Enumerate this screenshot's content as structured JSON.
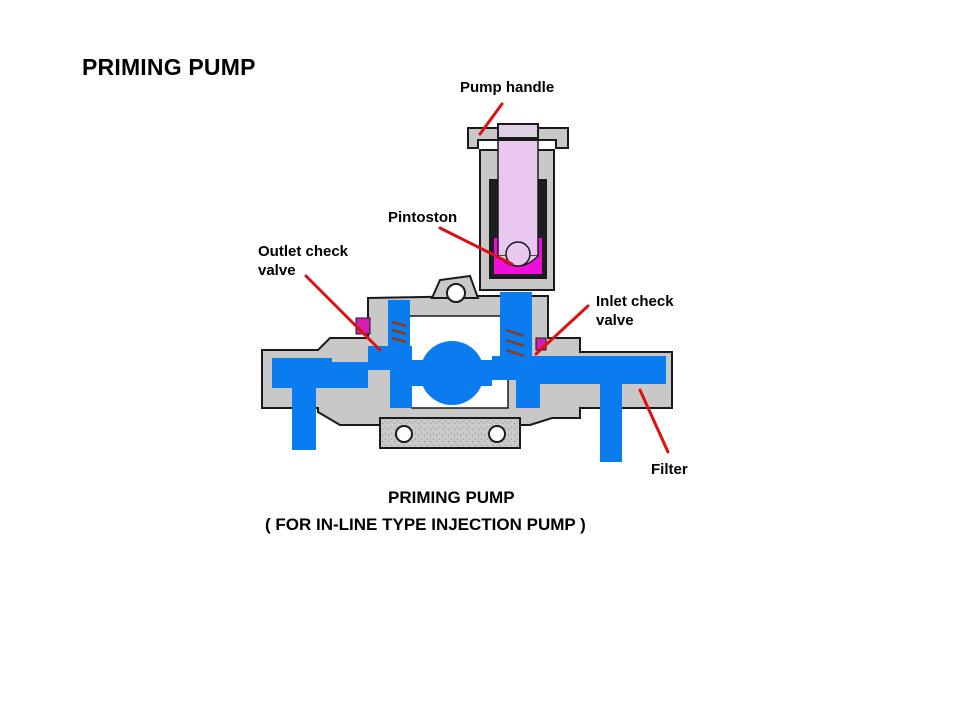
{
  "title": "PRIMING PUMP",
  "labels": {
    "pump_handle": "Pump handle",
    "pintoston": "Pintoston",
    "outlet_line1": "Outlet check",
    "outlet_line2": "valve",
    "inlet_line1": "Inlet check",
    "inlet_line2": "valve",
    "filter": "Filter"
  },
  "caption": {
    "line1": "PRIMING PUMP",
    "line2": "( FOR IN-LINE TYPE INJECTION PUMP )"
  },
  "colors": {
    "fuel": "#0a7cf0",
    "body": "#c8c8c8",
    "outline": "#1a1a1a",
    "piston_chamber": "#ee10d8",
    "plunger": "#e8c8ee",
    "seal": "#d020b0",
    "leader": "#dd1111"
  }
}
